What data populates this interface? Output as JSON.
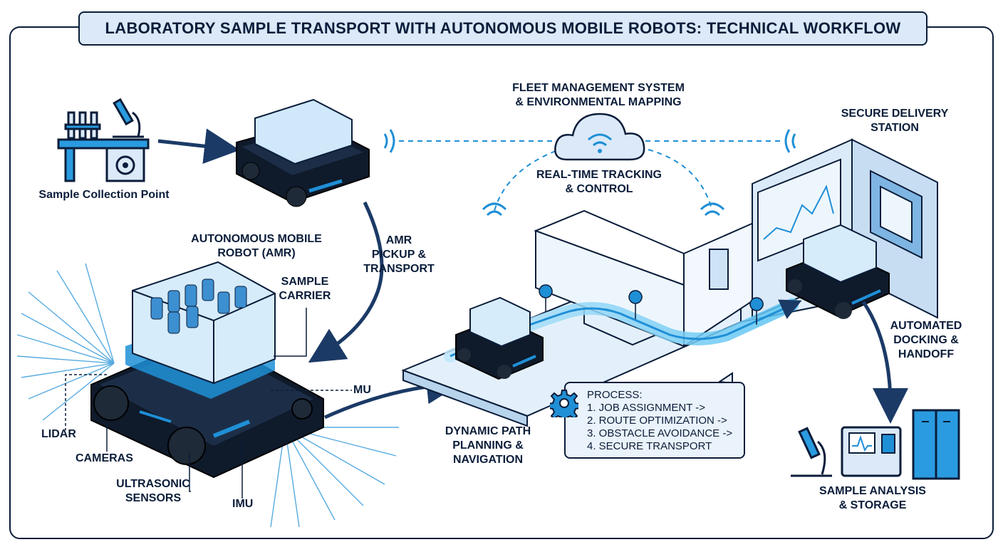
{
  "title": "LABORATORY SAMPLE TRANSPORT WITH AUTONOMOUS MOBILE ROBOTS: TECHNICAL WORKFLOW",
  "labels": {
    "collection": "Sample Collection Point",
    "amr_title": [
      "AUTONOMOUS MOBILE",
      "ROBOT (AMR)"
    ],
    "sample_carrier": [
      "SAMPLE",
      "CARRIER"
    ],
    "pickup": [
      "AMR",
      "PICKUP &",
      "TRANSPORT"
    ],
    "fleet": [
      "FLEET MANAGEMENT SYSTEM",
      "& ENVIRONMENTAL MAPPING"
    ],
    "realtime": [
      "REAL-TIME TRACKING",
      "& CONTROL"
    ],
    "delivery": [
      "SECURE DELIVERY",
      "STATION"
    ],
    "docking": [
      "AUTOMATED",
      "DOCKING &",
      "HANDOFF"
    ],
    "dynamic_path": [
      "DYNAMIC PATH",
      "PLANNING &",
      "NAVIGATION"
    ],
    "analysis": [
      "SAMPLE ANALYSIS",
      "& STORAGE"
    ],
    "mu": "MU",
    "lidar": "LIDAR",
    "cameras": "CAMERAS",
    "ultrasonic": [
      "ULTRASONIC",
      "SENSORS"
    ],
    "imu": "IMU"
  },
  "process": {
    "heading": "PROCESS:",
    "steps": [
      "1. JOB ASSIGNMENT ->",
      "2. ROUTE OPTIMIZATION ->",
      "3. OBSTACLE AVOIDANCE ->",
      "4. SECURE TRANSPORT"
    ]
  },
  "icons": [
    "lab-bench-icon",
    "microscope-icon",
    "biohazard-icon",
    "cloud-wifi-icon",
    "wifi-signal-icon",
    "gear-icon",
    "location-pin-icon",
    "analyzer-icon",
    "storage-cabinet-icon"
  ],
  "colors": {
    "navy": "#0b1d3a",
    "blue": "#1f8fd6",
    "light_blue": "#dbe9f8",
    "glow": "#59c3f2"
  }
}
